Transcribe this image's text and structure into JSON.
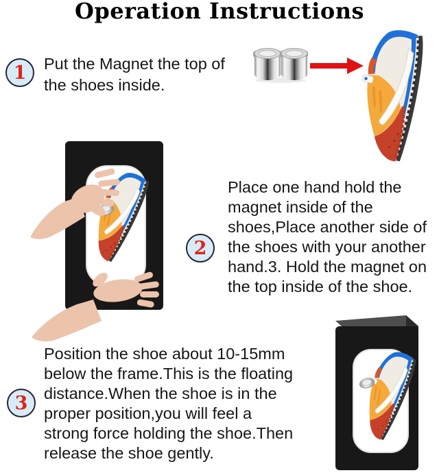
{
  "title": "Operation Instructions",
  "steps": [
    {
      "number": "1",
      "text": "Put the Magnet the top of\nthe shoes inside."
    },
    {
      "number": "2",
      "text": "Place one hand hold the\nmagnet inside of the\nshoes,Place another side of\nthe shoes with your another\nhand.3. Hold the magnet on\nthe top inside of the shoe."
    },
    {
      "number": "3",
      "text": "Position the shoe about 10-15mm\nbelow the frame.This is the floating\ndistance.When the shoe is in the\nproper position,you will feel a\nstrong force holding the shoe.Then\nrelease the shoe gently."
    }
  ],
  "illustrations": {
    "magnet": "cylindrical-chrome-magnet",
    "arrow": "red-arrow-right",
    "shoe_top_right": "sneaker-toe-down",
    "middle": "levitation-frame-with-hands-holding-shoe",
    "bottom_right": "levitation-frame-with-floating-shoe"
  },
  "colors": {
    "background": "#ffffff",
    "title_text": "#000000",
    "body_text": "#161616",
    "step_circle_fill": "#d7ecf7",
    "step_circle_border": "#25253c",
    "step_number": "#e02318",
    "arrow_red": "#e01212",
    "frame_black": "#181818",
    "frame_inner_white": "#ffffff",
    "shoe_yellow": "#f4a93a",
    "shoe_red": "#c6412a",
    "shoe_blue": "#1e71d8",
    "shoe_body": "#f0ece4",
    "skin": "#ecc3ab",
    "magnet_silver": "#d9d9d9"
  }
}
